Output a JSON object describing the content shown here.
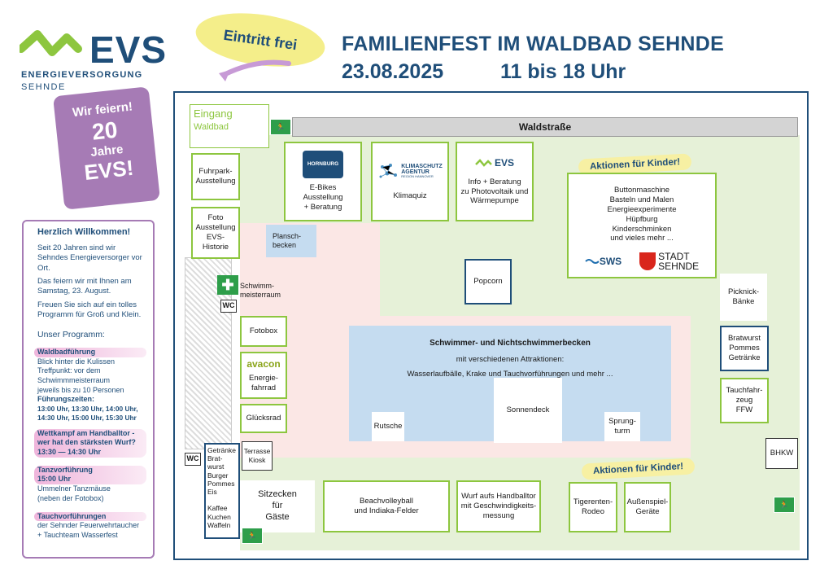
{
  "logo": {
    "mark": "EVS",
    "line1": "ENERGIEVERSORGUNG",
    "line2": "SEHNDE"
  },
  "badge_eintritt": "Eintritt frei",
  "title": "FAMILIENFEST IM WALDBAD SEHNDE",
  "subtitle_date": "23.08.2025",
  "subtitle_time": "11 bis 18 Uhr",
  "celebrate": {
    "l1": "Wir feiern!",
    "l2": "20",
    "l3": "Jahre",
    "l4": "EVS!"
  },
  "welcome": {
    "title": "Herzlich Willkommen!",
    "p1": "Seit 20 Jahren sind wir Sehndes Energieversorger vor Ort.",
    "p2": "Das feiern wir mit Ihnen am Samstag, 23. August.",
    "p3": "Freuen Sie sich auf ein tolles Programm für Groß und Klein."
  },
  "program": {
    "heading": "Unser Programm:",
    "items": [
      {
        "h": "Waldbadführung",
        "t": "Blick hinter die Kulissen\nTreffpunkt: vor dem\nSchwimmmeisterraum\njeweils bis zu 10 Personen",
        "h2": "Führungszeiten:",
        "t2": "13:00 Uhr, 13:30 Uhr, 14:00 Uhr,\n14:30 Uhr, 15:00 Uhr, 15:30 Uhr"
      },
      {
        "h": "Wettkampf am Handballtor -\nwer hat den stärksten Wurf?\n13:30 — 14:30 Uhr",
        "t": ""
      },
      {
        "h": "Tanzvorführung\n15:00 Uhr",
        "t": "Ummelner Tanzmäuse\n(neben der Fotobox)"
      },
      {
        "h": "Tauchvorführungen",
        "t": "der Sehnder Feuerwehrtaucher\n+ Tauchteam Wasserfest"
      }
    ]
  },
  "map": {
    "eingang": "Eingang",
    "waldbad": "Waldbad",
    "street": "Waldstraße",
    "fuhrpark": "Fuhrpark-\nAusstellung",
    "foto": "Foto\nAusstellung\nEVS-\nHistorie",
    "planschbecken": "Plansch-\nbecken",
    "ebikes_logo": "HORNBURG",
    "ebikes": "E-Bikes\nAusstellung\n+ Beratung",
    "klima_logo1": "KLIMASCHUTZ",
    "klima_logo2": "AGENTUR",
    "klima_logo3": "REGION HANNOVER",
    "klimaquiz": "Klimaquiz",
    "evs_info_logo": "EVS",
    "evs_info": "Info + Beratung\nzu Photovoltaik und\nWärmepumpe",
    "aktionen1": "Aktionen für Kinder!",
    "kinder": "Buttonmaschine\nBasteln und Malen\nEnergieexperimente\nHüpfburg\nKinderschminken\nund vieles mehr ...",
    "sws": "SWS",
    "stadt1": "STADT",
    "stadt2": "SEHNDE",
    "schwimmmeister": "Schwimm-\nmeisterraum",
    "wc": "WC",
    "popcorn": "Popcorn",
    "picknick": "Picknick-\nBänke",
    "bratwurst": "Bratwurst\nPommes\nGetränke",
    "fotobox": "Fotobox",
    "avacon": "avacon",
    "energiefahrrad": "Energie-\nfahrrad",
    "pool_title": "Schwimmer- und Nichtschwimmerbecken",
    "pool_l2": "mit verschiedenen Attraktionen:",
    "pool_l3": "Wasserlaufbälle, Krake und Tauchvorführungen und mehr ...",
    "sonnendeck": "Sonnendeck",
    "rutsche": "Rutsche",
    "sprungturm": "Sprung-\nturm",
    "tauchfahrzeug": "Tauchfahr-\nzeug\nFFW",
    "gluecksrad": "Glücksrad",
    "kiosk_left": "Getränke\nBrat-\nwurst\nBurger\nPommes\nEis\n\nKaffee\nKuchen\nWaffeln",
    "terrasse": "Terrasse\nKiosk",
    "bhkw": "BHKW",
    "aktionen2": "Aktionen für Kinder!",
    "sitzecken": "Sitzecken\nfür\nGäste",
    "beach": "Beachvolleyball\nund Indiaka-Felder",
    "handball": "Wurf aufs Handballtor\nmit Geschwindigkeits-\nmessung",
    "rodeo": "Tigerenten-\nRodeo",
    "aussenspiel": "Außenspiel-\nGeräte",
    "exit_label": "NOTAUSGANG"
  },
  "colors": {
    "navy": "#1f4e79",
    "green": "#8dc63f",
    "purple": "#a67bb5",
    "pool": "#c5dcf0",
    "ground": "#e6f1d8",
    "pink": "#fbe7e5"
  }
}
